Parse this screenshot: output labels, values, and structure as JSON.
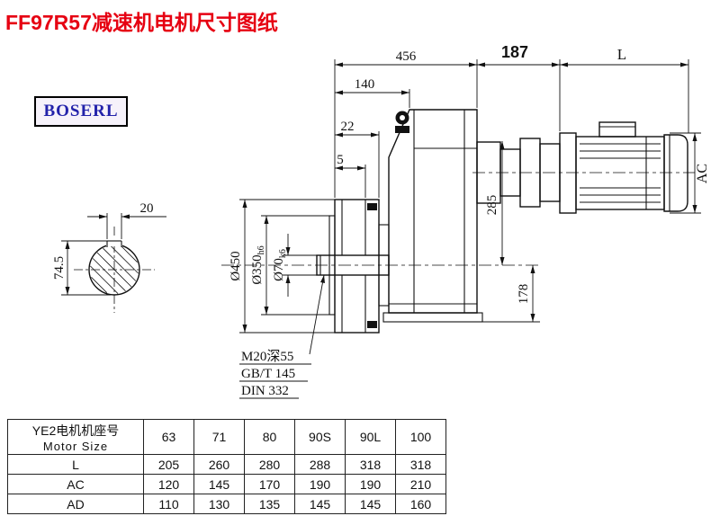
{
  "page": {
    "title": "FF97R57减速机电机尺寸图纸",
    "logo": "BOSERL"
  },
  "colors": {
    "title_red": "#e60012",
    "logo_blue": "#2222aa",
    "ink": "#111111"
  },
  "drawing": {
    "dims": {
      "overall_456": "456",
      "adapter_187": "187",
      "motor_length_L": "L",
      "d140": "140",
      "d22": "22",
      "d5": "5",
      "keyway_20": "20",
      "bore_74_5": "74.5",
      "d285": "285",
      "d178": "178",
      "motor_dia_AC": "AC",
      "flange_dia": "Ø450",
      "spigot_dia_main": "Ø350",
      "spigot_dia_sub": "h6",
      "shaft_dia_main": "Ø70",
      "shaft_dia_sub": "k6"
    },
    "notes": {
      "tap": "M20深55",
      "std1": "GB/T 145",
      "std2": "DIN 332"
    }
  },
  "table": {
    "header_cn": "YE2电机机座号",
    "header_en": "Motor Size",
    "sizes": [
      "63",
      "71",
      "80",
      "90S",
      "90L",
      "100"
    ],
    "rows": [
      {
        "label": "L",
        "values": [
          "205",
          "260",
          "280",
          "288",
          "318",
          "318"
        ]
      },
      {
        "label": "AC",
        "values": [
          "120",
          "145",
          "170",
          "190",
          "190",
          "210"
        ]
      },
      {
        "label": "AD",
        "values": [
          "110",
          "130",
          "135",
          "145",
          "145",
          "160"
        ]
      }
    ]
  }
}
